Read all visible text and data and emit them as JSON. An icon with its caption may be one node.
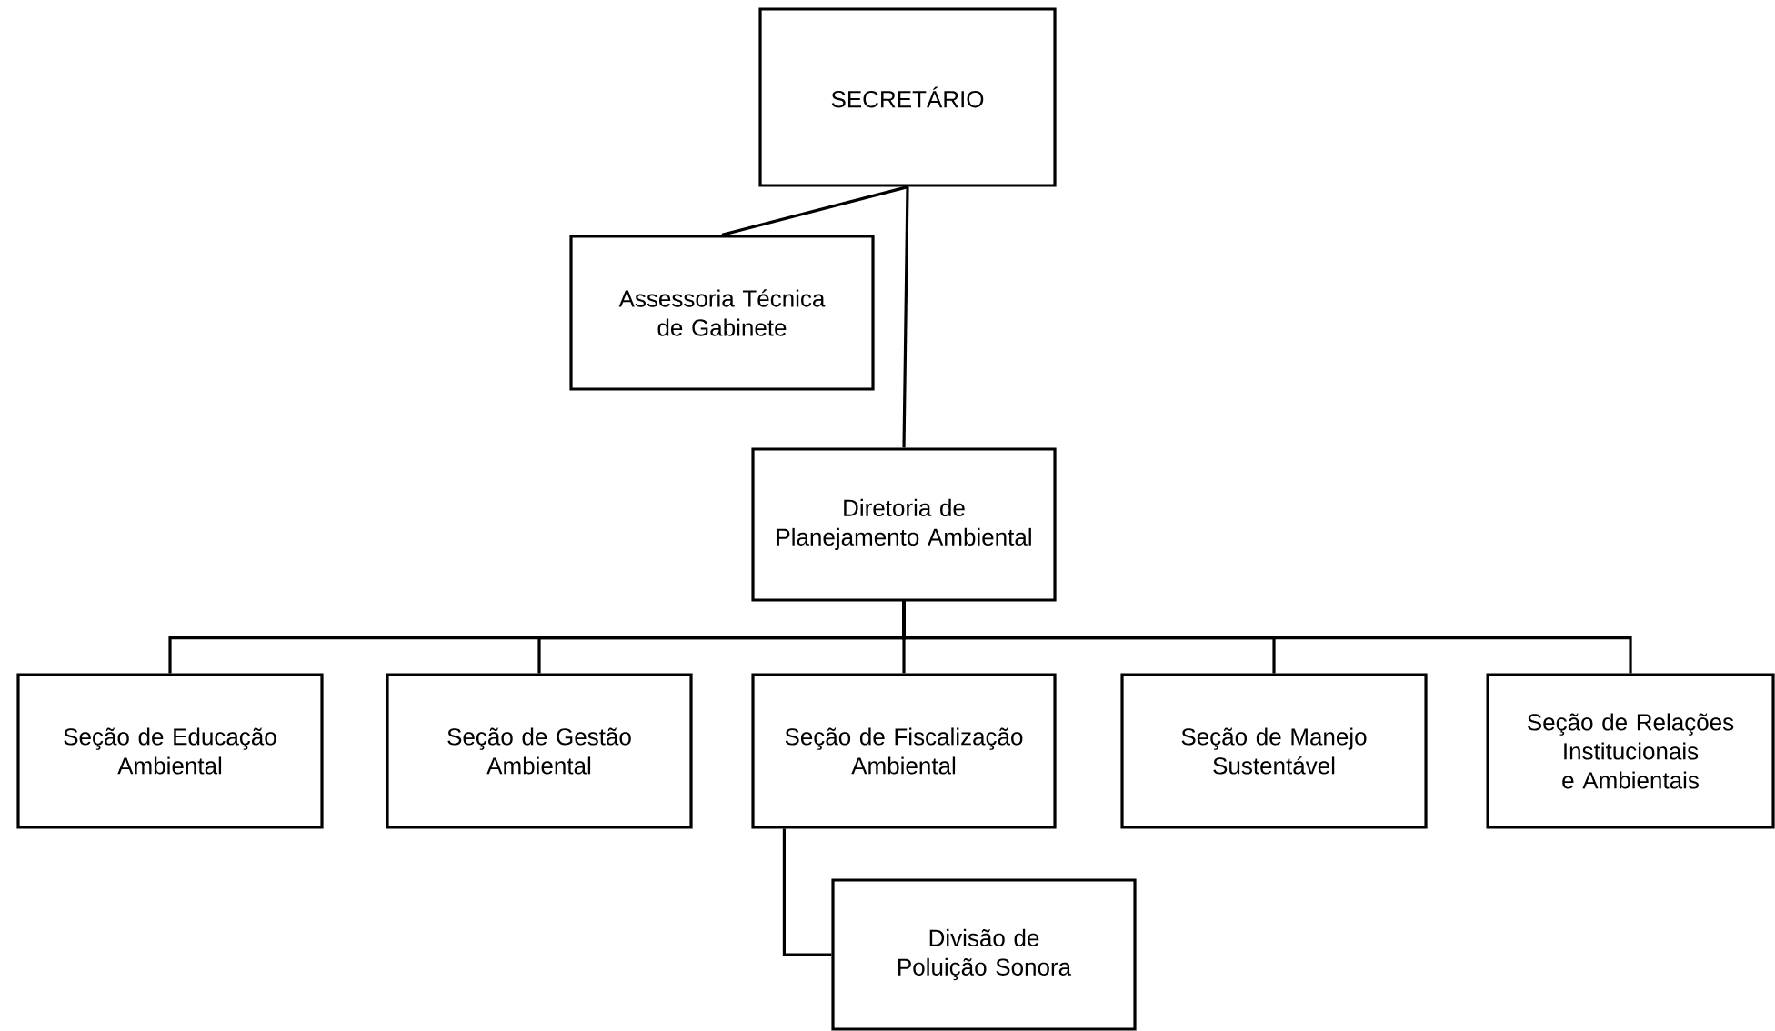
{
  "diagram": {
    "nodes": [
      {
        "text": [
          "SECRETÁRIO"
        ]
      },
      {
        "text": [
          "Assessoria Técnica de Gabinete"
        ]
      },
      {
        "text": [
          "Diretoria de Planejamento Ambiental"
        ]
      },
      {
        "text": [
          "Seção de Educação Ambiental"
        ]
      },
      {
        "text": [
          "Seção de Gestão Ambiental"
        ]
      },
      {
        "text": [
          "Seção de Fiscalização Ambiental"
        ]
      },
      {
        "text": [
          "Seção de Manejo Sustentável"
        ]
      },
      {
        "text": [
          "Seção de Relações Institucionais e Ambientais"
        ]
      },
      {
        "text": [
          "Divisão de Poluição Sonora"
        ]
      }
    ],
    "edges": [
      {
        "from": 0,
        "to": 1,
        "arrow": "none"
      },
      {
        "from": 0,
        "to": 2,
        "arrow": "none"
      },
      {
        "from": 2,
        "to": 3,
        "arrow": "none"
      },
      {
        "from": 2,
        "to": 4,
        "arrow": "none"
      },
      {
        "from": 2,
        "to": 5,
        "arrow": "none"
      },
      {
        "from": 2,
        "to": 6,
        "arrow": "none"
      },
      {
        "from": 2,
        "to": 7,
        "arrow": "none"
      },
      {
        "from": 5,
        "to": 8,
        "arrow": "none"
      }
    ]
  }
}
